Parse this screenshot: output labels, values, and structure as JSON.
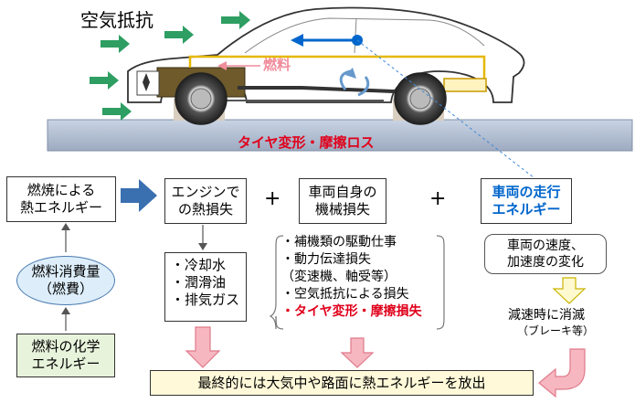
{
  "top": {
    "title": "空気抵抗",
    "fuel_label": "燃料",
    "tire_loss_label": "タイヤ変形・摩擦ロス"
  },
  "colors": {
    "accent_blue": "#0066cc",
    "loss_red": "#e0001b",
    "arrow_green": "#2e9e62",
    "arrow_pink": "#f08c9b",
    "fuel_line": "#e6b800",
    "ellipse_fill": "#ddeefa",
    "chem_fill": "#e8f3dc",
    "final_fill": "#fff9d9"
  },
  "boxes": {
    "combustion_heat": "燃焼による\n熱エネルギー",
    "fuel_consumption": "燃料消費量\n（燃費）",
    "fuel_chemical": "燃料の化学\nエネルギー",
    "engine_heat_loss": "エンジンで\nの熱損失",
    "vehicle_mech_loss": "車両自身の\n機械損失",
    "vehicle_kinetic": "車両の走行\nエネルギー",
    "speed_change": "車両の速度、\n加速度の変化",
    "final": "最終的には大気中や路面に熱エネルギーを放出"
  },
  "plus": [
    "+",
    "+"
  ],
  "engine_losses": [
    "・冷却水",
    "・潤滑油",
    "・排気ガス"
  ],
  "mech_losses": [
    "・補機類の駆動仕事",
    "・動力伝達損失",
    "（変速機、軸受等）",
    "・空気抵抗による損失"
  ],
  "mech_loss_highlight": "・タイヤ変形・摩擦損失",
  "decel_text": "減速時に消滅",
  "brake_note": "（ブレーキ等）"
}
